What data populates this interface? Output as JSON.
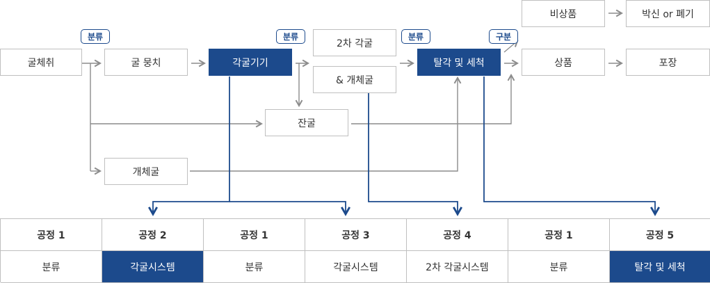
{
  "colors": {
    "accent": "#1c4a8c",
    "arrow_gray": "#8c8c8c",
    "border": "#bfbfbf"
  },
  "flow": {
    "harvest": "굴체취",
    "cluster": "굴 뭉치",
    "machine": "각굴기기",
    "second_line1": "2차 각굴",
    "second_line2": "& 개체굴",
    "shucking": "탈각 및 세척",
    "nonproduct": "비상품",
    "peel": "박신 or 폐기",
    "product": "상품",
    "packaging": "포장",
    "small": "잔굴",
    "individual": "개체굴"
  },
  "tags": {
    "sort1": "분류",
    "sort2": "분류",
    "sort3": "분류",
    "classify": "구분"
  },
  "processes": [
    {
      "head": "공정 1",
      "body": "분류",
      "highlight": false
    },
    {
      "head": "공정 2",
      "body": "각굴시스템",
      "highlight": true
    },
    {
      "head": "공정 1",
      "body": "분류",
      "highlight": false
    },
    {
      "head": "공정 3",
      "body": "각굴시스템",
      "highlight": false
    },
    {
      "head": "공정 4",
      "body": "2차 각굴시스템",
      "highlight": false
    },
    {
      "head": "공정 1",
      "body": "분류",
      "highlight": false
    },
    {
      "head": "공정 5",
      "body": "탈각 및 세척",
      "highlight": true
    }
  ]
}
